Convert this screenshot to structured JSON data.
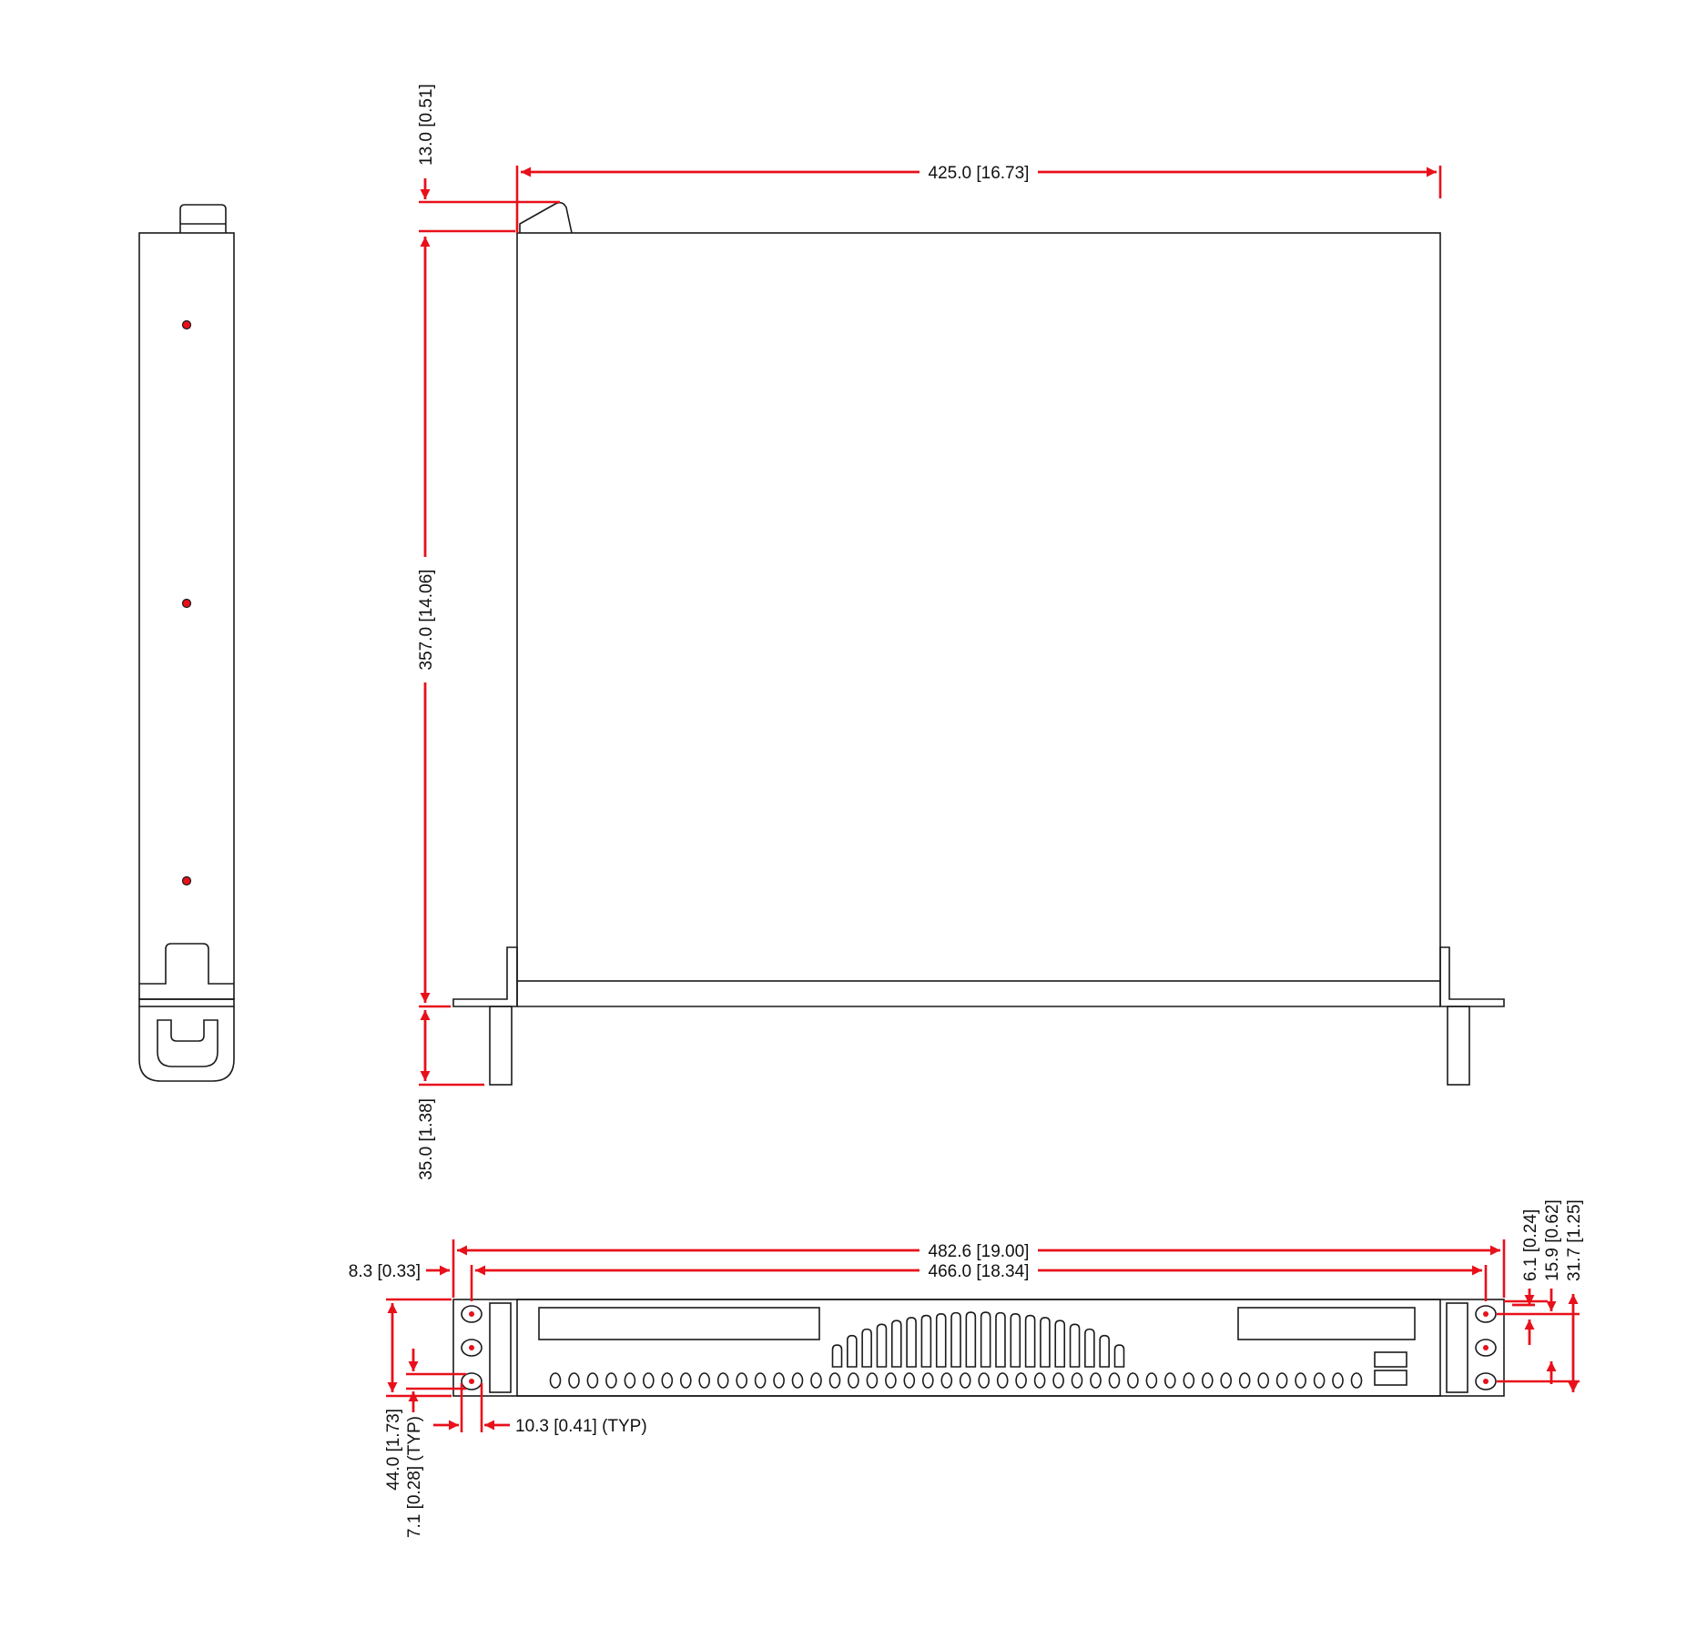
{
  "colors": {
    "dimension": "#e8101a",
    "outline": "#1a1a1a",
    "background": "#ffffff"
  },
  "views": {
    "side": "side-view",
    "top": "top-view",
    "front": "front-view"
  },
  "dimensions": {
    "top_width": "425.0 [16.73]",
    "handle_offset": "13.0 [0.51]",
    "depth": "357.0 [14.06]",
    "ear_depth": "35.0 [1.38]",
    "overall_width": "482.6 [19.00]",
    "hole_spacing": "466.0 [18.34]",
    "ear_offset": "8.3 [0.33]",
    "hole_edge": "10.3 [0.41] (TYP)",
    "height": "44.0 [1.73]",
    "hole_vertical": "7.1 [0.28] (TYP)",
    "right_1": "6.1 [0.24]",
    "right_2": "15.9 [0.62]",
    "right_3": "31.7 [1.25]"
  },
  "front_panel": {
    "vent_hole_count": 44,
    "fin_count": 20
  }
}
